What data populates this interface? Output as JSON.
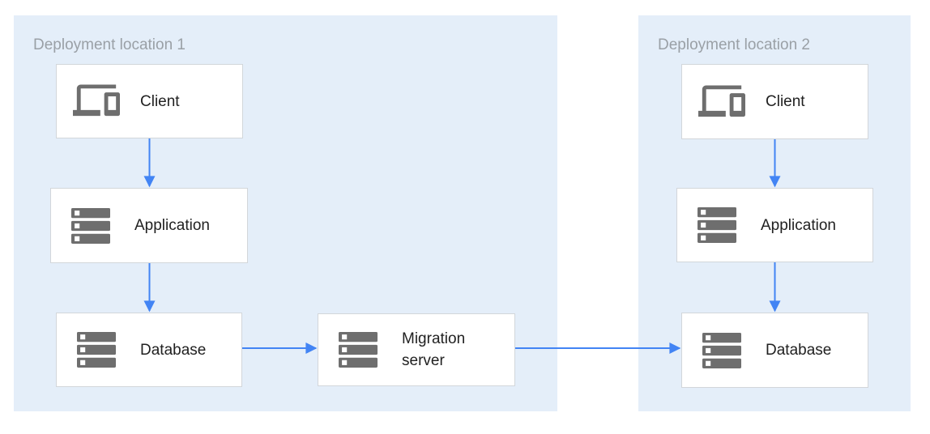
{
  "diagram": {
    "regions": [
      {
        "title": "Deployment location 1",
        "nodes": [
          {
            "label": "Client"
          },
          {
            "label": "Application"
          },
          {
            "label": "Database"
          }
        ]
      },
      {
        "title": "Deployment location 2",
        "nodes": [
          {
            "label": "Client"
          },
          {
            "label": "Application"
          },
          {
            "label": "Database"
          }
        ]
      }
    ],
    "migration": {
      "label": "Migration server"
    },
    "edges": [
      {
        "from": "Client (location 1)",
        "to": "Application (location 1)"
      },
      {
        "from": "Application (location 1)",
        "to": "Database (location 1)"
      },
      {
        "from": "Database (location 1)",
        "to": "Migration server"
      },
      {
        "from": "Migration server",
        "to": "Database (location 2)"
      },
      {
        "from": "Client (location 2)",
        "to": "Application (location 2)"
      },
      {
        "from": "Application (location 2)",
        "to": "Database (location 2)"
      }
    ],
    "colors": {
      "region_background": "#E4EEF9",
      "arrow_blue": "#4284F4",
      "icon_gray": "#6E6E6E",
      "node_border": "#D2D6DA",
      "title_gray": "#9AA0A6",
      "label_text": "#212121"
    }
  }
}
